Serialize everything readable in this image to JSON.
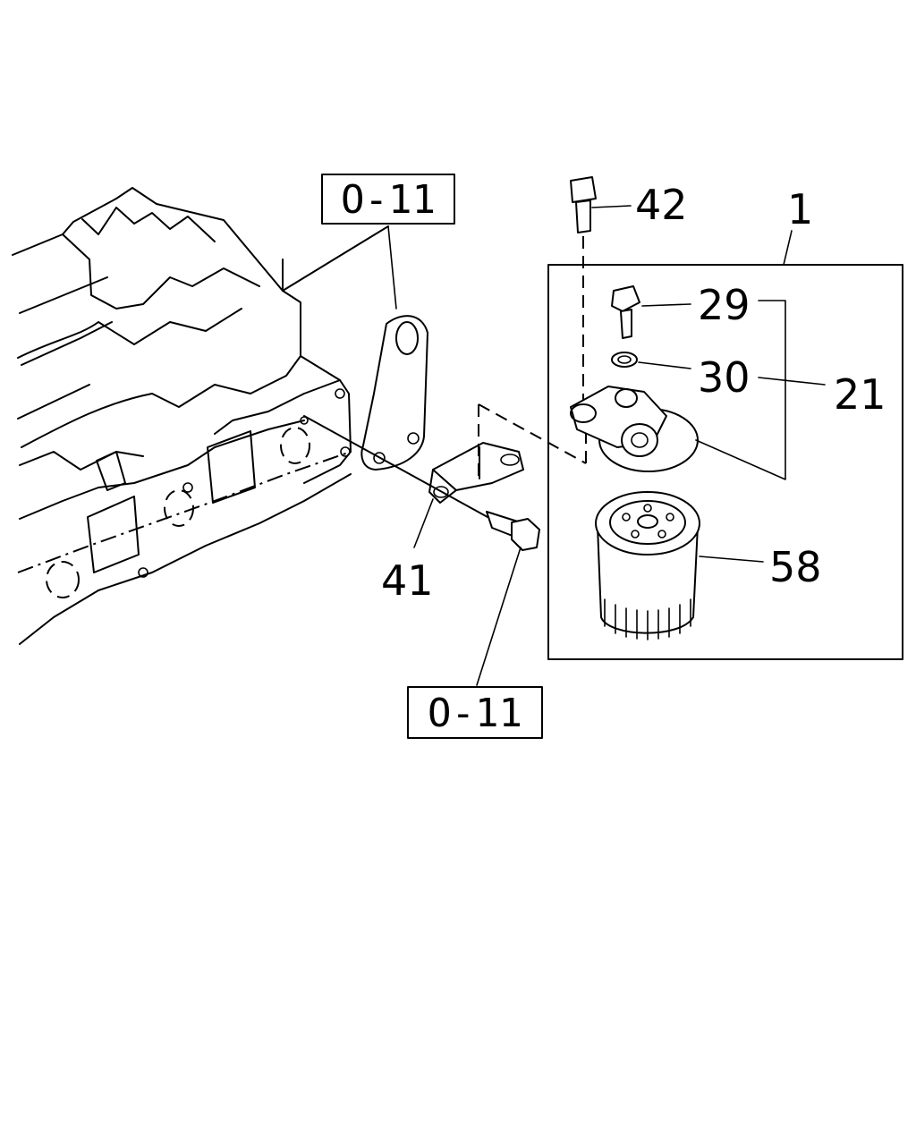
{
  "references": {
    "top": "O-11",
    "bottom": "O-11"
  },
  "callouts": {
    "assembly": "1",
    "filter_body": "21",
    "bolt_small": "29",
    "washer": "30",
    "bracket": "41",
    "bolt_long": "42",
    "filter_element": "58"
  }
}
